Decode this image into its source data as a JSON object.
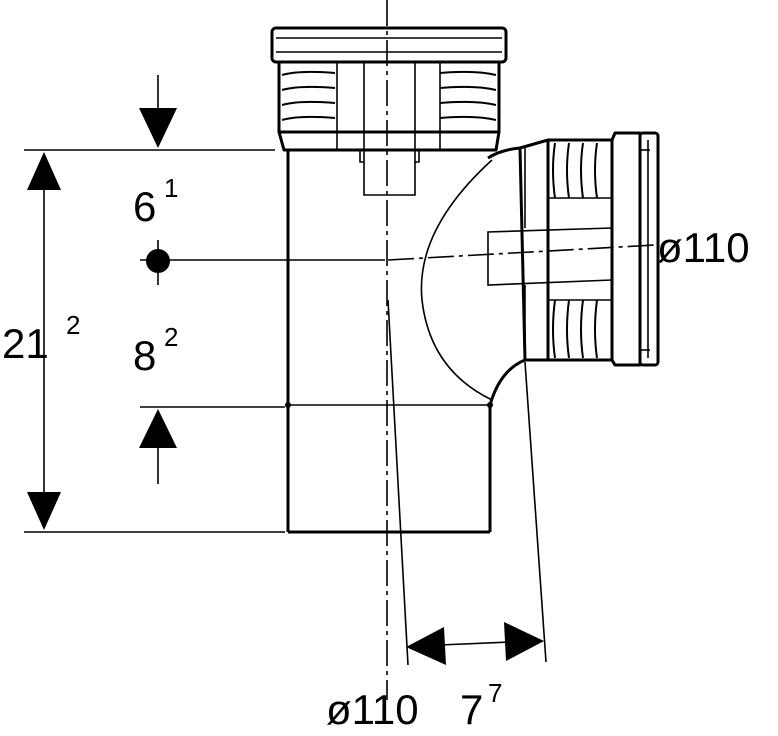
{
  "dimensions": {
    "top_offset": {
      "main": "6",
      "sup": "1"
    },
    "mid_offset": {
      "main": "8",
      "sup": "2"
    },
    "overall_height": {
      "main": "21",
      "sup": "2"
    },
    "branch_diameter": "ø110",
    "bottom_diameter": "ø110",
    "bottom_offset": {
      "main": "7",
      "sup": "7"
    }
  },
  "colors": {
    "line": "#000000",
    "background": "#ffffff"
  }
}
